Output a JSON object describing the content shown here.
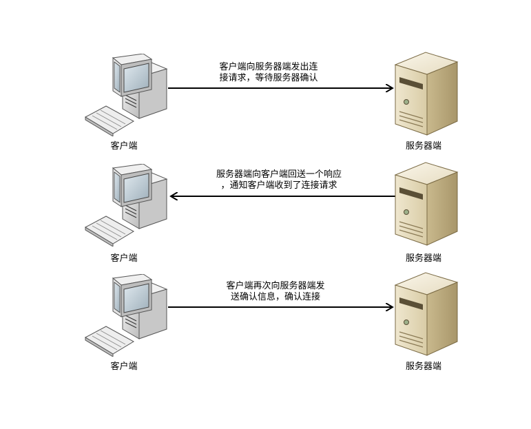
{
  "steps": [
    {
      "client_label": "客户端",
      "server_label": "服务器端",
      "message_line1": "客户端向服务器端发出连",
      "message_line2": "接请求，等待服务器确认",
      "direction": "client-to-server"
    },
    {
      "client_label": "客户端",
      "server_label": "服务器端",
      "message_line1": "服务器端向客户端回送一个响应",
      "message_line2": "，通知客户端收到了连接请求",
      "direction": "server-to-client"
    },
    {
      "client_label": "客户端",
      "server_label": "服务器端",
      "message_line1": "客户端再次向服务器端发",
      "message_line2": "送确认信息，确认连接",
      "direction": "client-to-server"
    }
  ]
}
